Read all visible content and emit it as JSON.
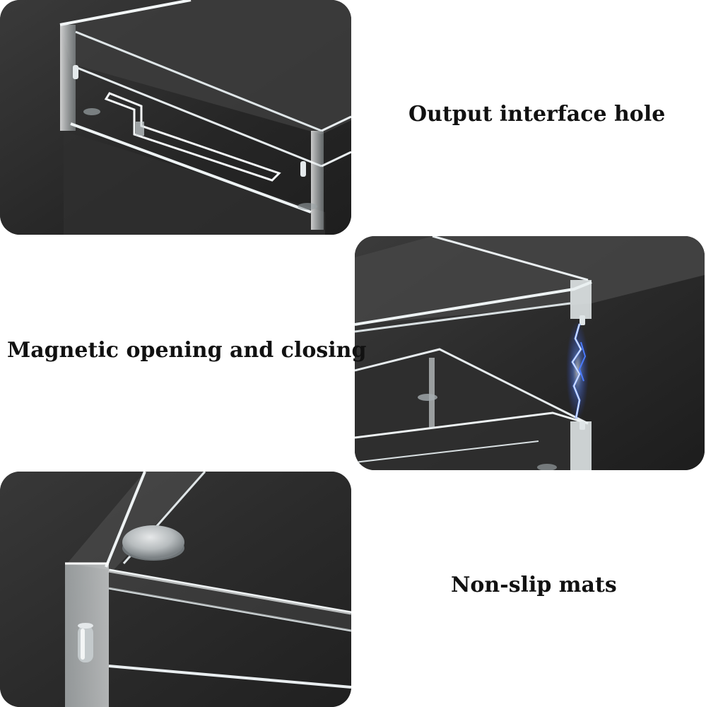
{
  "features": [
    {
      "label": "Output interface hole"
    },
    {
      "label": "Magnetic opening and closing"
    },
    {
      "label": "Non-slip mats"
    }
  ],
  "colors": {
    "background": "#ffffff",
    "panel": "#2b2b2b",
    "acrylic_edge": "#e8eef0",
    "spark": "#4a7bff",
    "caption_text": "#111111"
  }
}
